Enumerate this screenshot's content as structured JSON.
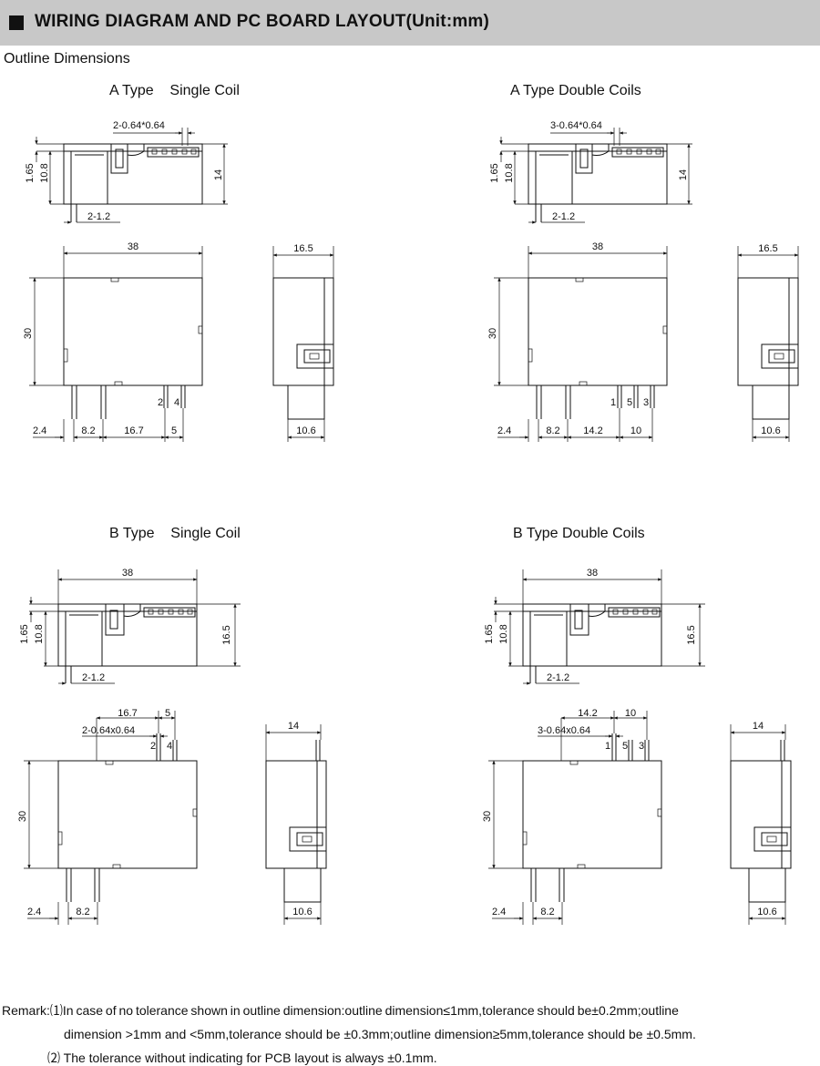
{
  "header": {
    "title": "WIRING DIAGRAM AND PC BOARD LAYOUT(Unit:mm)"
  },
  "section": {
    "subtitle": "Outline Dimensions"
  },
  "diagrams": {
    "a_single": {
      "title": "A Type    Single Coil",
      "pin_label": "2-0.64*0.64",
      "h1": "1.65",
      "h2": "10.8",
      "height": "14",
      "pitch": "2-1.2",
      "width": "38",
      "depth": "30",
      "side": "16.5",
      "side_b": "10.6",
      "d1": "2.4",
      "d2": "8.2",
      "d3": "16.7",
      "d4": "5",
      "pins": [
        "2",
        "4"
      ]
    },
    "a_double": {
      "title": "A Type Double Coils",
      "pin_label": "3-0.64*0.64",
      "h1": "1.65",
      "h2": "10.8",
      "height": "14",
      "pitch": "2-1.2",
      "width": "38",
      "depth": "30",
      "side": "16.5",
      "side_b": "10.6",
      "d1": "2.4",
      "d2": "8.2",
      "d3": "14.2",
      "d4": "10",
      "pins": [
        "1",
        "5",
        "3"
      ]
    },
    "b_single": {
      "title": "B Type    Single Coil",
      "width": "38",
      "h1": "1.65",
      "h2": "10.8",
      "height": "16.5",
      "pitch": "2-1.2",
      "t1": "16.7",
      "t2": "5",
      "pin_label": "2-0.64x0.64",
      "pins": [
        "2",
        "4"
      ],
      "depth": "30",
      "side": "14",
      "side_b": "10.6",
      "d1": "2.4",
      "d2": "8.2"
    },
    "b_double": {
      "title": "B Type Double Coils",
      "width": "38",
      "h1": "1.65",
      "h2": "10.8",
      "height": "16.5",
      "pitch": "2-1.2",
      "t1": "14.2",
      "t2": "10",
      "pin_label": "3-0.64x0.64",
      "pins": [
        "1",
        "5",
        "3"
      ],
      "depth": "30",
      "side": "14",
      "side_b": "10.6",
      "d1": "2.4",
      "d2": "8.2"
    }
  },
  "remarks": {
    "r1_a": "Remark:⑴In  case  of  no  tolerance  shown  in  outline  dimension:outline  dimension≤1mm,tolerance  should  be±0.2mm;outline",
    "r1_b": "dimension >1mm and <5mm,tolerance should be ±0.3mm;outline dimension≥5mm,tolerance should be ±0.5mm.",
    "r2": "⑵ The tolerance without indicating for PCB layout is always ±0.1mm."
  }
}
